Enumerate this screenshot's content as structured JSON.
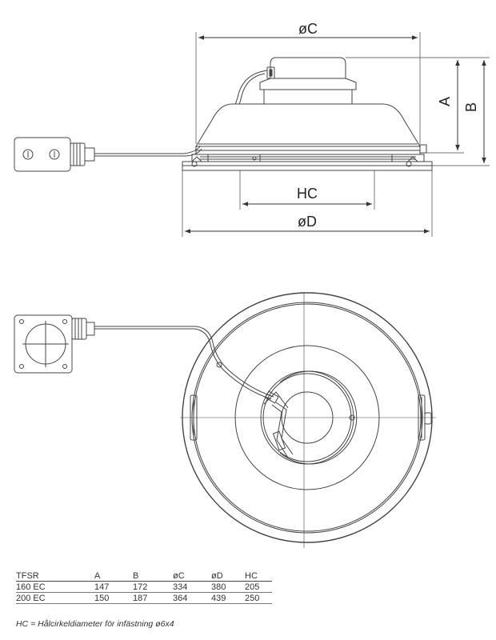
{
  "dimensions": {
    "dia_c": "øC",
    "a": "A",
    "b": "B",
    "hc": "HC",
    "dia_d": "øD"
  },
  "table": {
    "headers": [
      "TFSR",
      "A",
      "B",
      "øC",
      "øD",
      "HC"
    ],
    "rows": [
      [
        "160 EC",
        "147",
        "172",
        "334",
        "380",
        "205"
      ],
      [
        "200 EC",
        "150",
        "187",
        "364",
        "439",
        "250"
      ]
    ]
  },
  "footnote": "HC = Hålcirkeldiameter för infästning ø6x4"
}
